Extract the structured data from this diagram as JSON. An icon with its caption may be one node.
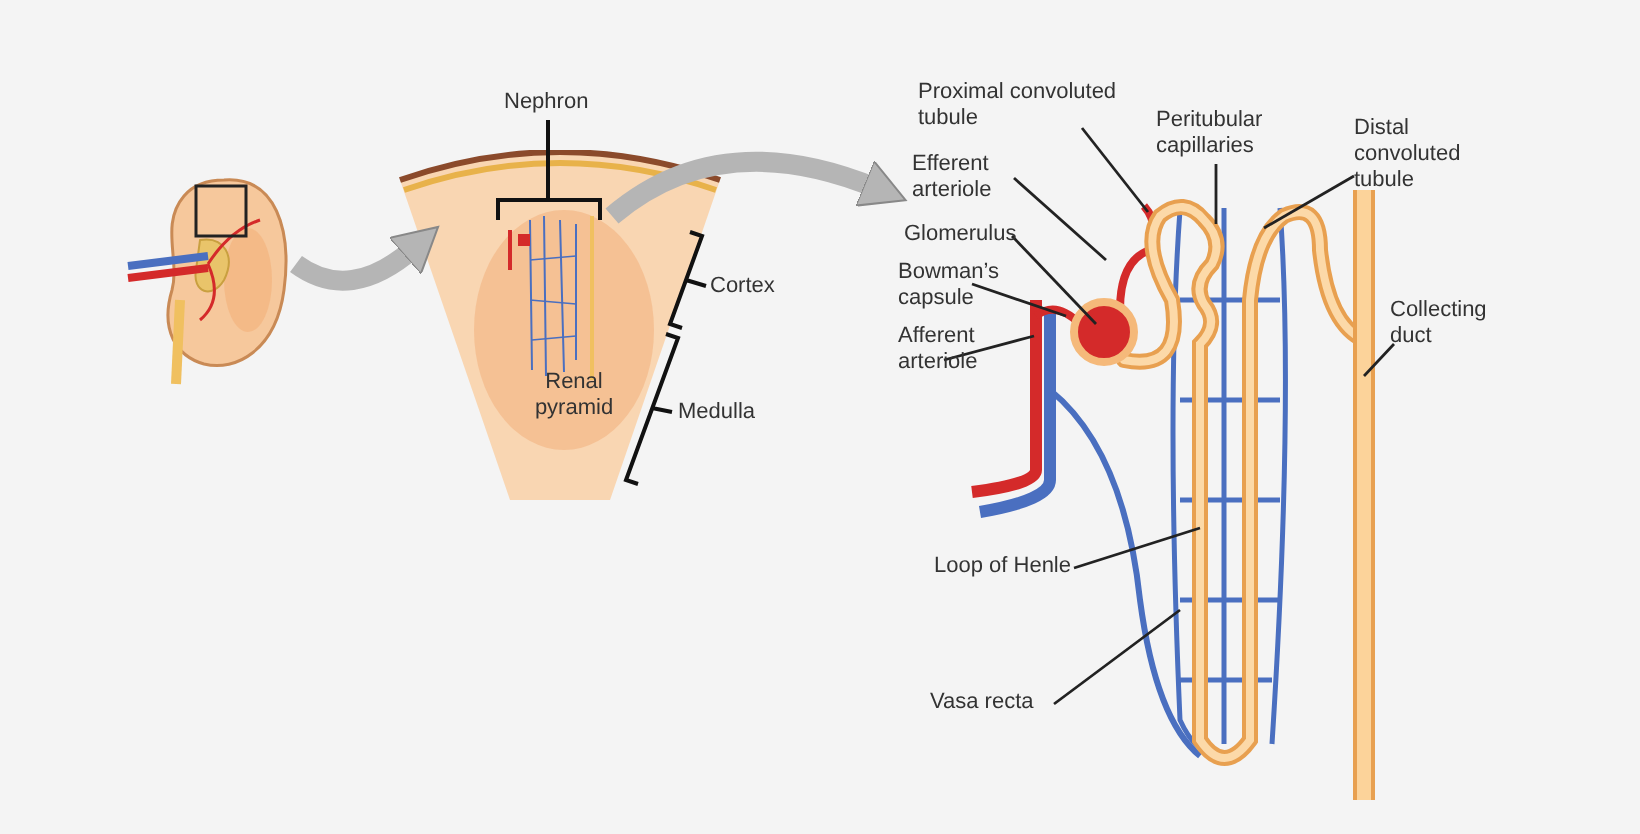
{
  "diagram": {
    "nodes": [
      {
        "text": [],
        "shape": "picture"
      },
      {
        "text": [],
        "shape": "picture"
      },
      {
        "text": [],
        "shape": "picture"
      },
      {
        "text": [
          "Proximal convoluted tubule"
        ]
      },
      {
        "text": [
          "Peritubular capillaries"
        ]
      },
      {
        "text": [
          "Distal convoluted tubule"
        ]
      },
      {
        "text": [
          "Efferent arteriole"
        ]
      },
      {
        "text": [
          "Glomerulus"
        ]
      },
      {
        "text": [
          "Bowman’s capsule"
        ]
      },
      {
        "text": [
          "Collecting duct"
        ]
      },
      {
        "text": [
          "Afferent arteriole"
        ]
      },
      {
        "text": [
          "Loop of Henle"
        ]
      },
      {
        "text": [
          "Vasa recta"
        ]
      }
    ],
    "edges": [
      {
        "from": 0,
        "to": 1,
        "arrow": "to",
        "style": "thick",
        "color": "#b5b5b5"
      },
      {
        "from": 1,
        "to": 2,
        "arrow": "to",
        "style": "thick",
        "color": "#b5b5b5"
      },
      {
        "from": 3,
        "to": 2,
        "arrow": "none"
      },
      {
        "from": 4,
        "to": 2,
        "arrow": "none"
      },
      {
        "from": 5,
        "to": 2,
        "arrow": "none"
      },
      {
        "from": 6,
        "to": 2,
        "arrow": "none"
      },
      {
        "from": 7,
        "to": 2,
        "arrow": "none"
      },
      {
        "from": 8,
        "to": 2,
        "arrow": "none"
      },
      {
        "from": 9,
        "to": 2,
        "arrow": "none"
      },
      {
        "from": 10,
        "to": 2,
        "arrow": "none"
      },
      {
        "from": 11,
        "to": 2,
        "arrow": "none"
      },
      {
        "from": 12,
        "to": 2,
        "arrow": "none"
      }
    ],
    "labels": [
      "Nephron",
      "Cortex",
      "Renal pyramid",
      "Medulla"
    ]
  }
}
